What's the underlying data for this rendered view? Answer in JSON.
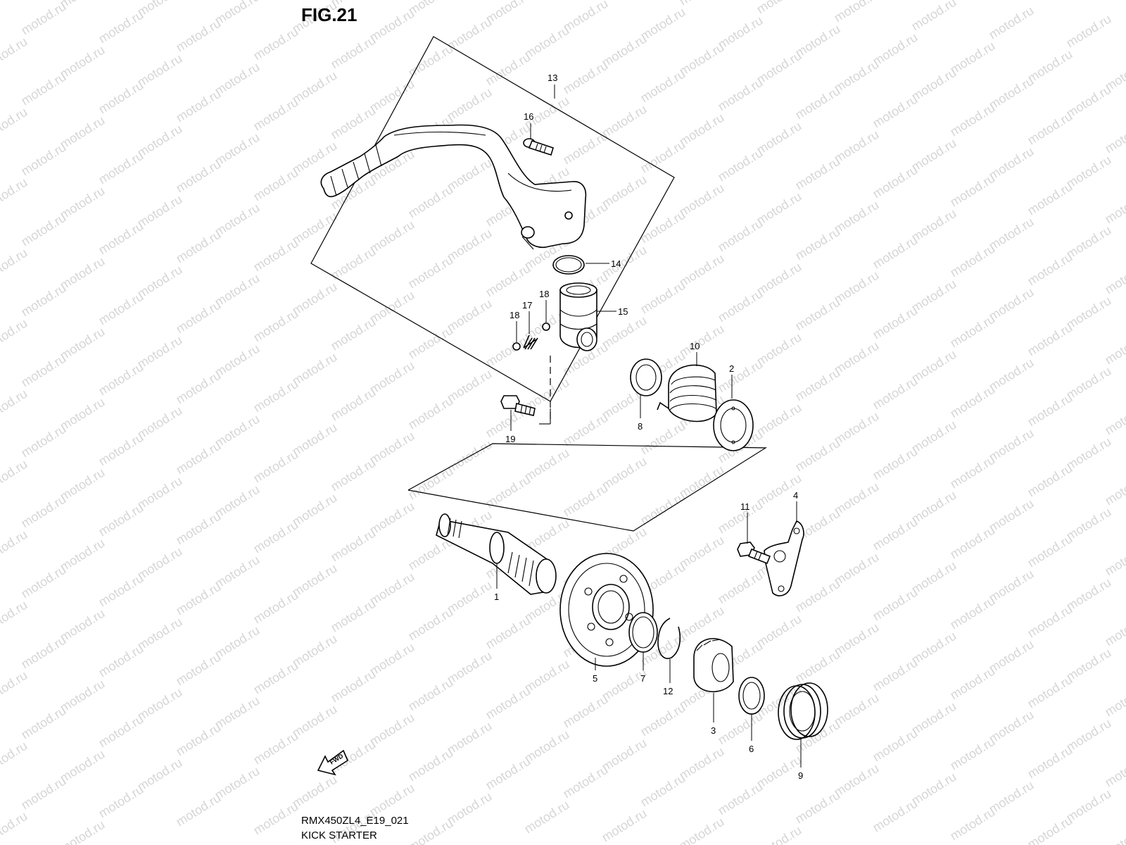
{
  "figure": {
    "title": "FIG.21",
    "code": "RMX450ZL4_E19_021",
    "name": "KICK STARTER",
    "watermark": "motod.ru",
    "fwd_label": "FWD"
  },
  "callouts": [
    {
      "id": "c13",
      "label": "13"
    },
    {
      "id": "c16",
      "label": "16"
    },
    {
      "id": "c14",
      "label": "14"
    },
    {
      "id": "c15",
      "label": "15"
    },
    {
      "id": "c18a",
      "label": "18"
    },
    {
      "id": "c17",
      "label": "17"
    },
    {
      "id": "c18b",
      "label": "18"
    },
    {
      "id": "c19",
      "label": "19"
    },
    {
      "id": "c10",
      "label": "10"
    },
    {
      "id": "c2",
      "label": "2"
    },
    {
      "id": "c8",
      "label": "8"
    },
    {
      "id": "c4",
      "label": "4"
    },
    {
      "id": "c11",
      "label": "11"
    },
    {
      "id": "c1",
      "label": "1"
    },
    {
      "id": "c5",
      "label": "5"
    },
    {
      "id": "c7",
      "label": "7"
    },
    {
      "id": "c12",
      "label": "12"
    },
    {
      "id": "c3",
      "label": "3"
    },
    {
      "id": "c6",
      "label": "6"
    },
    {
      "id": "c9",
      "label": "9"
    }
  ]
}
